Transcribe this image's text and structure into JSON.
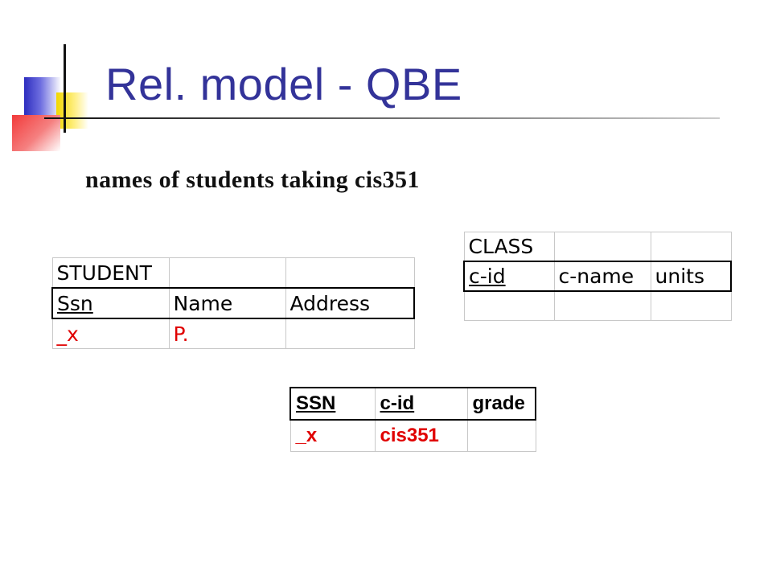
{
  "slide": {
    "title": "Rel. model - QBE",
    "subtitle": "names of students taking cis351"
  },
  "student_table": {
    "name": "STUDENT",
    "columns": [
      "Ssn",
      "Name",
      "Address"
    ],
    "query_row": [
      "_x",
      "P.",
      ""
    ]
  },
  "class_table": {
    "name": "CLASS",
    "columns": [
      "c-id",
      "c-name",
      "units"
    ],
    "query_row": [
      "",
      "",
      ""
    ]
  },
  "takes_table": {
    "columns": [
      "SSN",
      "c-id",
      "grade"
    ],
    "query_row": [
      "_x",
      "cis351",
      ""
    ]
  },
  "colors": {
    "title": "#333399",
    "query_example": "#e00000"
  }
}
